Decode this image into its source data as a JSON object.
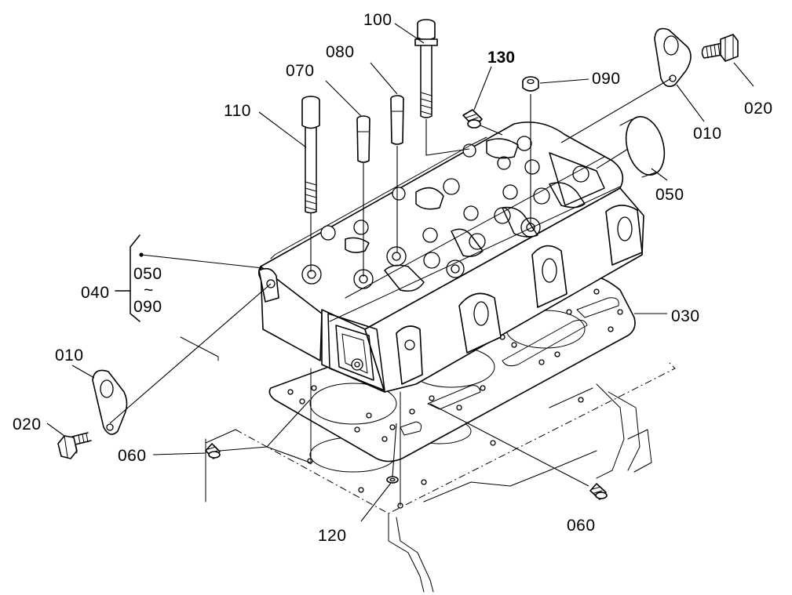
{
  "labels": {
    "p100": "100",
    "p080": "080",
    "p070": "070",
    "p110": "110",
    "p130": "130",
    "p090": "090",
    "p020_right": "020",
    "p010_right": "010",
    "p050": "050",
    "p040": "040",
    "p040_range_start": "050",
    "p040_range_sep": "~",
    "p040_range_end": "090",
    "p030": "030",
    "p010_left": "010",
    "p020_left": "020",
    "p060_left": "060",
    "p120": "120",
    "p060_right": "060"
  }
}
